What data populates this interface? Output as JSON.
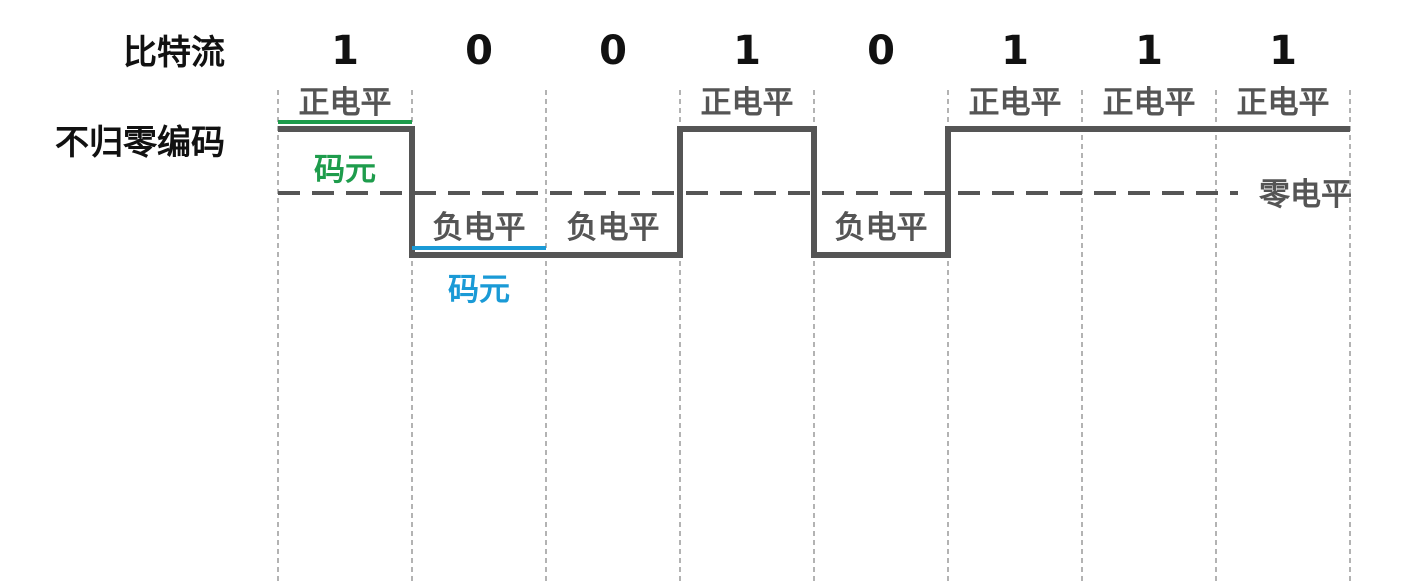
{
  "labels": {
    "bitstream": "比特流",
    "encoding": "不归零编码",
    "zero_level": "零电平"
  },
  "bits": [
    "1",
    "0",
    "0",
    "1",
    "0",
    "1",
    "1",
    "1"
  ],
  "level_labels": {
    "1": "正电平",
    "0": "负电平"
  },
  "code_unit": {
    "label": "码元",
    "high_color": "#1e9c4c",
    "low_color": "#1a9ad6"
  },
  "colors": {
    "signal": "#555555",
    "grid": "#8a8a8a",
    "text": "#111111"
  }
}
